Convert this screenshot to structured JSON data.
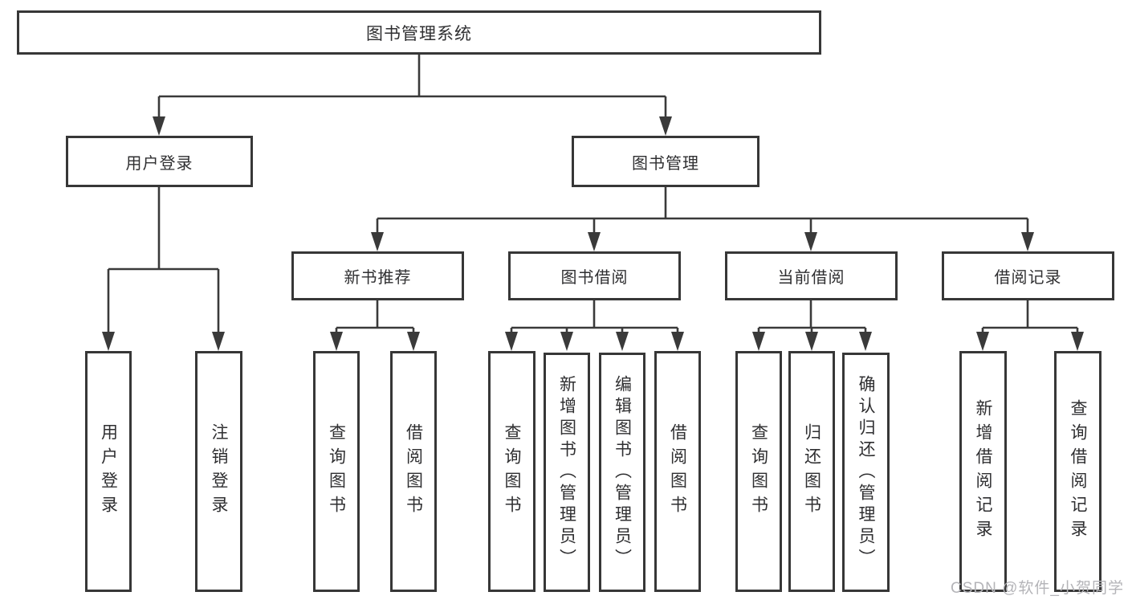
{
  "diagram_type": "hierarchy-tree",
  "tree": {
    "label": "图书管理系统",
    "children": [
      {
        "label": "用户登录",
        "children": [
          {
            "label": "用户登录"
          },
          {
            "label": "注销登录"
          }
        ]
      },
      {
        "label": "图书管理",
        "children": [
          {
            "label": "新书推荐",
            "children": [
              {
                "label": "查询图书"
              },
              {
                "label": "借阅图书"
              }
            ]
          },
          {
            "label": "图书借阅",
            "children": [
              {
                "label": "查询图书"
              },
              {
                "label": "新增图书（管理员）"
              },
              {
                "label": "编辑图书（管理员）"
              },
              {
                "label": "借阅图书"
              }
            ]
          },
          {
            "label": "当前借阅",
            "children": [
              {
                "label": "查询图书"
              },
              {
                "label": "归还图书"
              },
              {
                "label": "确认归还（管理员）"
              }
            ]
          },
          {
            "label": "借阅记录",
            "children": [
              {
                "label": "新增借阅记录"
              },
              {
                "label": "查询借阅记录"
              }
            ]
          }
        ]
      }
    ]
  },
  "watermark": {
    "text": "CSDN @软件_小贺同学"
  },
  "colors": {
    "line": "#3a3a3a",
    "border": "#373737",
    "text": "#2f2f31",
    "background": "#ffffff",
    "watermark": "#b4b4b8"
  }
}
